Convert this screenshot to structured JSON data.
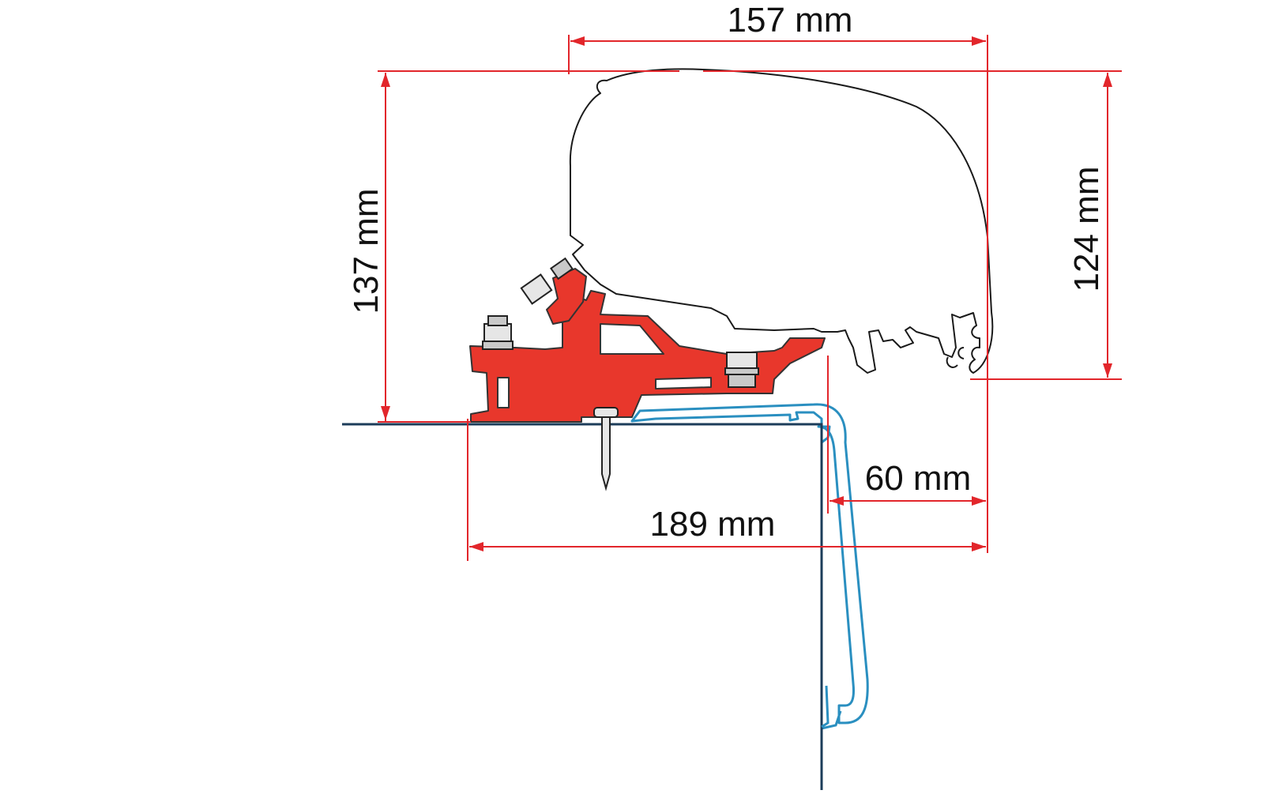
{
  "dimensions": {
    "width_top": "157 mm",
    "height_left": "137 mm",
    "height_right": "124 mm",
    "offset": "60 mm",
    "width_bottom": "189 mm"
  },
  "colors": {
    "dimension_lines": "#e2262b",
    "adapter_bracket": "#e8372c",
    "vehicle_profile": "#2a8fc0",
    "roof_line": "#1c3d5a"
  }
}
